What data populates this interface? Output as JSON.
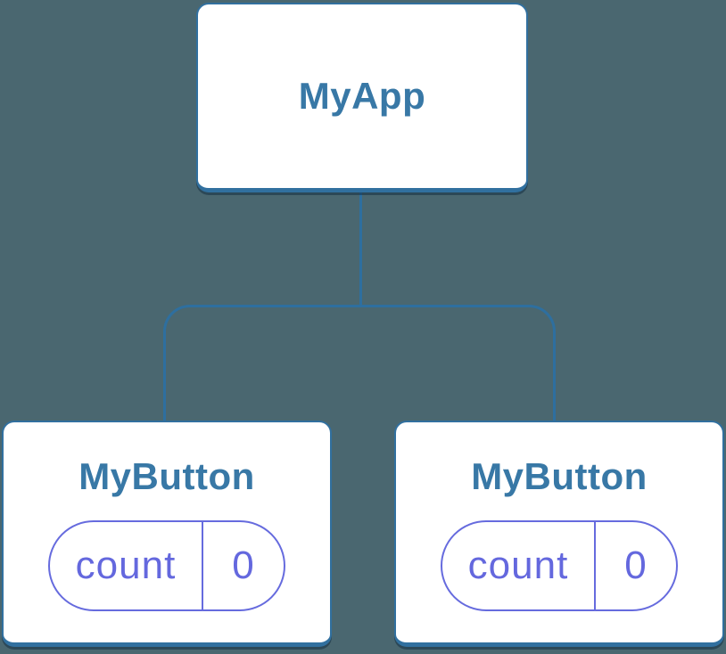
{
  "diagram": {
    "background_color": "#4a6770",
    "node_fill_color": "#ffffff",
    "node_border_color": "#31709f",
    "connector_color": "#2e6f9f",
    "title_color": "#3878a6",
    "state_accent_color": "#666bde",
    "root": {
      "title": "MyApp"
    },
    "children": [
      {
        "title": "MyButton",
        "state": {
          "name": "count",
          "value": "0"
        }
      },
      {
        "title": "MyButton",
        "state": {
          "name": "count",
          "value": "0"
        }
      }
    ]
  }
}
